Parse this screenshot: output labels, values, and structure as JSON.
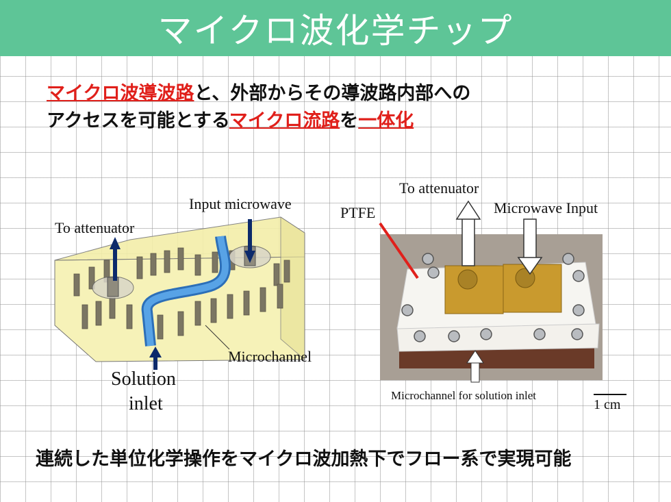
{
  "title": "マイクロ波化学チップ",
  "intro": {
    "line1_hl1": "マイクロ波導波路",
    "line1_rest": "と、外部からその導波路内部への",
    "line2_start": "アクセスを可能とする",
    "line2_hl2": "マイクロ流路",
    "line2_mid": "を",
    "line2_hl3": "一体化"
  },
  "schematic": {
    "to_attenuator": "To attenuator",
    "input_microwave": "Input microwave",
    "microchannel": "Microchannel",
    "solution_line1": "Solution",
    "solution_line2": "inlet"
  },
  "photo": {
    "to_attenuator": "To attenuator",
    "microwave_input": "Microwave Input",
    "ptfe": "PTFE",
    "microchannel_inlet": "Microchannel for solution inlet",
    "scale": "1 cm"
  },
  "bottom_text": "連続した単位化学操作をマイクロ波加熱下でフロー系で実現可能",
  "colors": {
    "title_bar": "#5ec597",
    "highlight": "#e0201b"
  }
}
